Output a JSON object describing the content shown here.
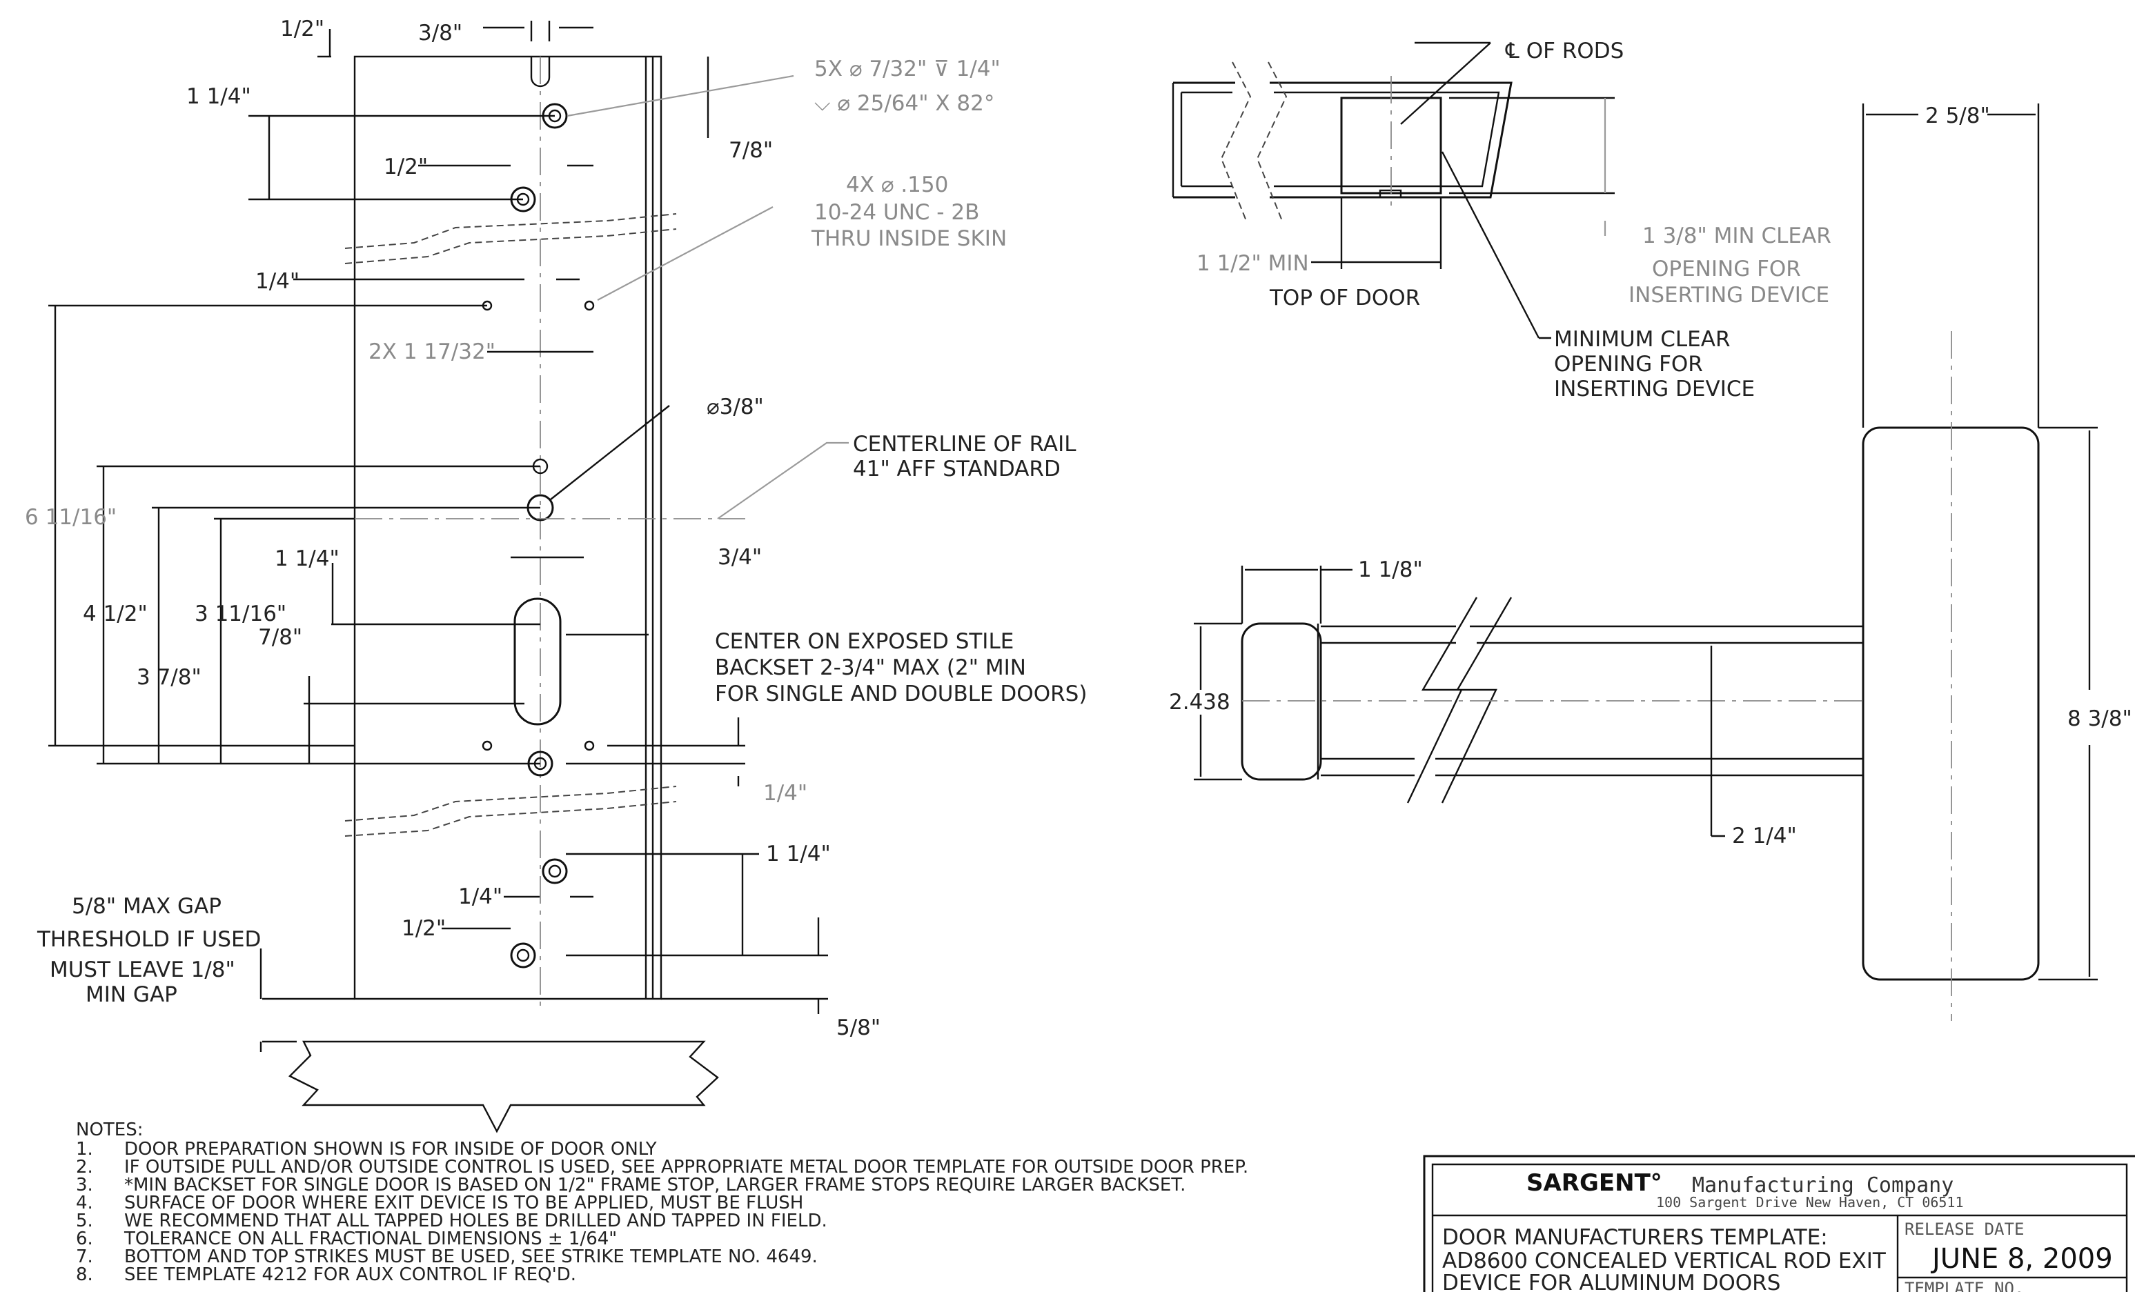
{
  "dims": {
    "top_half": "1/2\"",
    "slot_width": "3/8\"",
    "first_hole": "1 1/4\"",
    "half_a": "1/2\"",
    "quarter_a": "1/4\"",
    "seven_eighths_top": "7/8\"",
    "two_x": "2X 1 17/32\"",
    "height_total": "6 11/16\"",
    "four_half": "4 1/2\"",
    "three_seven_eighths": "3 7/8\"",
    "three_eleven": "3 11/16\"",
    "one_quarter_mid": "1 1/4\"",
    "seven_eighths_mid": "7/8\"",
    "three_quarter": "3/4\"",
    "quarter_b": "1/4\"",
    "one_quarter_bot": "1 1/4\"",
    "quarter_c": "1/4\"",
    "half_b": "1/2\"",
    "five_eighths_bot": "5/8\"",
    "diam_3_8": "⌀3/8\"",
    "top_door_min": "1 1/2\" MIN",
    "clear_1_3_8": "1 3/8\" MIN CLEAR",
    "width_2_5_8": "2 5/8\"",
    "width_1_1_8": "1 1/8\"",
    "height_2438": "2.438",
    "height_8_3_8": "8 3/8\"",
    "depth_2_1_4": "2 1/4\""
  },
  "callouts": {
    "holes5_line1": "5X ⌀ 7/32\" ⊽ 1/4\"",
    "holes5_line2": "⌵ ⌀ 25/64\" X 82°",
    "holes4_line1": "4X ⌀ .150",
    "holes4_line2": "10-24 UNC - 2B",
    "holes4_line3": "THRU INSIDE SKIN",
    "centerline_line1": "CENTERLINE OF RAIL",
    "centerline_line2": "41\" AFF STANDARD",
    "stile_line1": "CENTER ON EXPOSED STILE",
    "stile_line2": "BACKSET 2-3/4\" MAX (2\" MIN",
    "stile_line3": "FOR SINGLE AND DOUBLE DOORS)",
    "gap_line1": "5/8\" MAX GAP",
    "gap_line2": "THRESHOLD IF USED",
    "gap_line3": "MUST LEAVE 1/8\"",
    "gap_line4": "MIN GAP",
    "cl_rods": "℄ OF RODS",
    "top_of_door": "TOP OF DOOR",
    "opening_line1": "OPENING FOR",
    "opening_line2": "INSERTING DEVICE",
    "min_clear_line1": "MINIMUM CLEAR",
    "min_clear_line2": "OPENING FOR",
    "min_clear_line3": "INSERTING DEVICE"
  },
  "notes": {
    "heading": "NOTES:",
    "items": [
      {
        "num": "1.",
        "text": "DOOR PREPARATION SHOWN IS FOR INSIDE OF DOOR ONLY"
      },
      {
        "num": "2.",
        "text": "IF OUTSIDE PULL AND/OR OUTSIDE CONTROL IS USED, SEE APPROPRIATE METAL DOOR TEMPLATE FOR OUTSIDE DOOR PREP."
      },
      {
        "num": "3.",
        "text": "*MIN BACKSET FOR SINGLE DOOR IS BASED ON 1/2\" FRAME STOP, LARGER FRAME STOPS REQUIRE LARGER BACKSET."
      },
      {
        "num": "4.",
        "text": "SURFACE OF DOOR WHERE EXIT DEVICE IS TO BE APPLIED, MUST BE FLUSH"
      },
      {
        "num": "5.",
        "text": "WE RECOMMEND THAT ALL TAPPED HOLES BE DRILLED AND TAPPED IN FIELD."
      },
      {
        "num": "6.",
        "text": "TOLERANCE ON ALL FRACTIONAL DIMENSIONS ± 1/64\""
      },
      {
        "num": "7.",
        "text": "BOTTOM AND TOP STRIKES MUST BE USED, SEE STRIKE TEMPLATE NO. 4649."
      },
      {
        "num": "8.",
        "text": "SEE TEMPLATE 4212 FOR AUX CONTROL IF REQ'D."
      }
    ]
  },
  "title_block": {
    "brand": "SARGENT°",
    "company": "Manufacturing Company",
    "address": "100 Sargent Drive New Haven, CT 06511",
    "title_line1": "DOOR MANUFACTURERS TEMPLATE:",
    "title_line2": "AD8600 CONCEALED VERTICAL ROD EXIT",
    "title_line3": "DEVICE FOR ALUMINUM DOORS",
    "release_label": "RELEASE DATE",
    "release_date": "JUNE 8, 2009",
    "template_label": "TEMPLATE NO."
  }
}
